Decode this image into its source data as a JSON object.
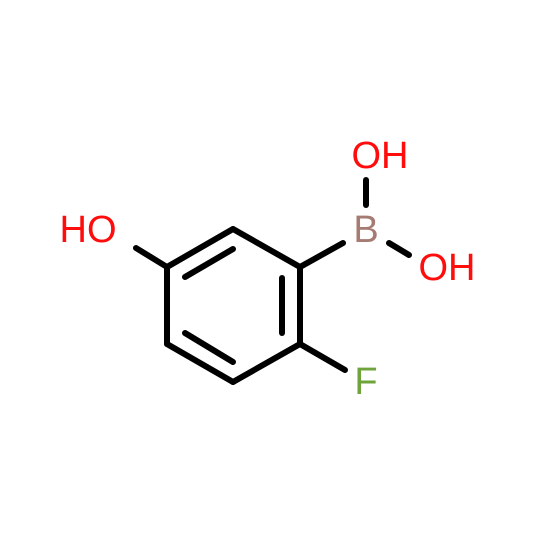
{
  "colors": {
    "oxygen": "#ff0d0d",
    "boron": "#a57b72",
    "fluorine": "#6fa33c",
    "bond": "#000000",
    "background": "#ffffff"
  },
  "atoms": {
    "hydroxyl_phenol": "HO",
    "boron": "B",
    "hydroxyl_boron_top": "OH",
    "hydroxyl_boron_right": "OH",
    "fluorine": "F"
  }
}
